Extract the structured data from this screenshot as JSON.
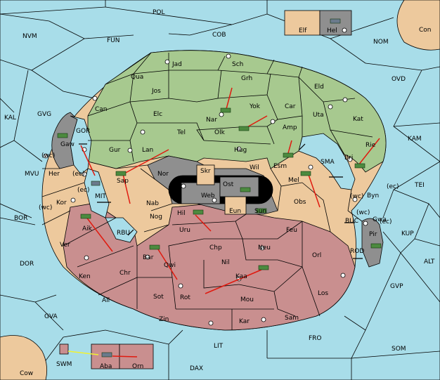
{
  "colors": {
    "sea": "#a8dde9",
    "neutral": "#edc99d",
    "green_power": "#a7c98f",
    "red_power": "#c98f8f",
    "grey_power": "#8f8f8f",
    "order_arrow": "#e01a0f",
    "support_line": "#f2f230"
  },
  "sea_labels": [
    "POL",
    "NVM",
    "FUN",
    "COB",
    "NOM",
    "Con",
    "OVD",
    "KAL",
    "GVG",
    "KAM",
    "TEI",
    "MVU",
    "BOR",
    "DOR",
    "ALT",
    "KUP",
    "GVP",
    "GVA",
    "SOM",
    "FRO",
    "LIT",
    "DAX",
    "Cow"
  ],
  "inner_seas": [
    "GOR",
    "MIT",
    "RBU",
    "SMA",
    "BUC",
    "ROD"
  ],
  "coast_labels": [
    "(wc)",
    "(ec)",
    "(ec)",
    "(wc)",
    "(wc)",
    "(ec)",
    "(wc)",
    "(ec)"
  ],
  "provinces_green": [
    "Jad",
    "Sch",
    "Qua",
    "Grh",
    "Jos",
    "Eld",
    "Can",
    "Nar",
    "Yok",
    "Car",
    "Elc",
    "Olk",
    "Uta",
    "Kat",
    "Tel",
    "Amp",
    "Gur",
    "Lan",
    "Hug",
    "Esm",
    "Bri",
    "Rie"
  ],
  "provinces_tan": [
    "Gaw",
    "Her",
    "Kor",
    "Ver",
    "Nab",
    "Nog",
    "Wil",
    "Mel",
    "Byn",
    "Gwa",
    "Obs",
    "Chp",
    "Sam",
    "Ail"
  ],
  "provinces_red": [
    "Aik",
    "Ken",
    "Chr",
    "Bar",
    "Qwi",
    "Hil",
    "Uru",
    "Feu",
    "Neu",
    "Nil",
    "Orl",
    "Kaa",
    "Sot",
    "Rot",
    "Mou",
    "Los",
    "Zin",
    "Kar",
    "Aba",
    "Orn"
  ],
  "provinces_grey": [
    "Sap",
    "Nor",
    "Skr",
    "Ost",
    "Web",
    "Eun",
    "Sun",
    "Pir",
    "Elf",
    "Hel",
    "SWM"
  ],
  "unit_icons": {
    "army": "tank-icon",
    "fleet": "ship-icon"
  }
}
